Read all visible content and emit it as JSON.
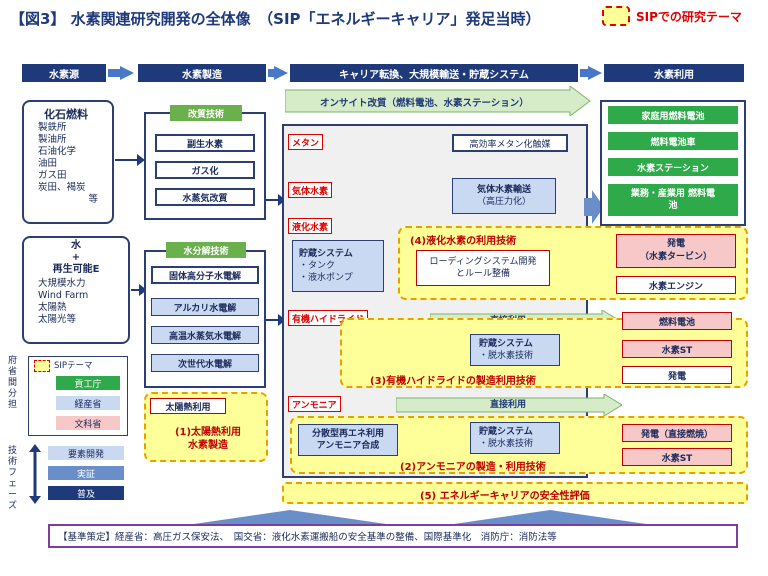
{
  "title": "【図3】 水素関連研究開発の全体像　（SIP「エネルギーキャリア」発足当時）",
  "legend": {
    "label": "SIPでの研究テーマ"
  },
  "headers": [
    "水素源",
    "水素製造",
    "キャリア転換、大規模輸送・貯蔵システム",
    "水素利用"
  ],
  "onsite": "オンサイト改質（燃料電池、水素ステーション）",
  "sources": {
    "fossil_title": "化石燃料",
    "fossil_items": [
      "製鉄所",
      "製油所",
      "石油化学",
      "油田",
      "ガス田",
      "炭田、褐炭",
      "等"
    ],
    "renew_title": [
      "水",
      "+",
      "再生可能E"
    ],
    "renew_items": [
      "大規模水力",
      "Wind Farm",
      "太陽熱",
      "太陽光等"
    ]
  },
  "reform": {
    "title": "改質技術",
    "items": [
      "副生水素",
      "ガス化",
      "水蒸気改質"
    ]
  },
  "electrolysis": {
    "title": "水分解技術",
    "items": [
      "固体高分子水電解",
      "アルカリ水電解",
      "高温水蒸気水電解",
      "次世代水電解"
    ]
  },
  "solar": {
    "label": "太陽熱利用",
    "theme": [
      "(1)太陽熱利用",
      "水素製造"
    ]
  },
  "carrier": {
    "methane": "メタン",
    "methane_cat": "高効率メタン化触媒",
    "gas": "気体水素",
    "gas_transport": [
      "気体水素輸送",
      "（高圧力化）"
    ],
    "liquid": "液化水素",
    "liquid_storage": [
      "貯蔵システム",
      "・タンク",
      "・液水ポンプ"
    ],
    "liquid_theme": "(4)液化水素の利用技術",
    "liquid_loading": [
      "ローディングシステム開発",
      "とルール整備"
    ],
    "organic": "有機ハイドライド",
    "organic_direct": "直接利用",
    "organic_storage": [
      "貯蔵システム",
      "・脱水素技術"
    ],
    "organic_theme": "(3)有機ハイドライドの製造利用技術",
    "ammonia": "アンモニア",
    "ammonia_direct": "直接利用",
    "ammonia_prod": [
      "分散型再エネ利用",
      "アンモニア合成"
    ],
    "ammonia_storage": [
      "貯蔵システム",
      "・脱水素技術"
    ],
    "ammonia_theme": "(2)アンモニアの製造・利用技術",
    "safety": "(5) エネルギーキャリアの安全性評価"
  },
  "usage": {
    "green": [
      "家庭用燃料電池",
      "燃料電池車",
      "水素ステーション",
      "業務・産業用 燃料電池"
    ],
    "turbine": [
      "発電",
      "（水素タービン）"
    ],
    "engine": "水素エンジン",
    "organic_use": [
      "燃料電池",
      "水素ST",
      "発電"
    ],
    "ammonia_use": [
      "発電（直接燃焼）",
      "水素ST"
    ]
  },
  "side_legend": {
    "gov_label": "府省間分担",
    "sip_theme": "SIPテーマ",
    "ministries": [
      "貢工庁",
      "経産省",
      "文科省"
    ],
    "phase_label": "技術フェーズ",
    "phases": [
      "要素開発",
      "実証",
      "普及"
    ]
  },
  "footer": "【基準策定】経産省：高圧ガス保安法、　国交省：液化水素運搬船の安全基準の整備、国際基準化　消防庁：消防法等",
  "colors": {
    "navy": "#1f3a7a",
    "red": "#e00000",
    "yellow": "#ffff99",
    "green": "#2eaa4a"
  }
}
